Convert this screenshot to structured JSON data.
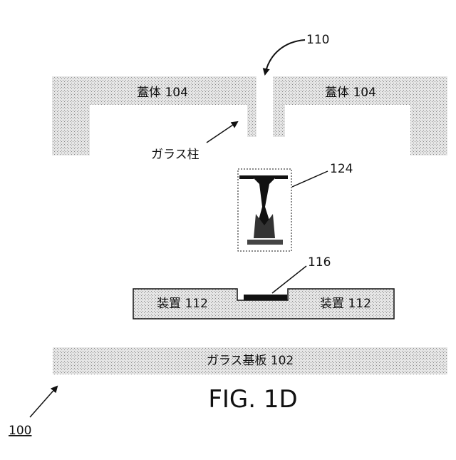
{
  "labels": {
    "lid_left": "蓋体 104",
    "lid_right": "蓋体 104",
    "glass_pillar": "ガラス柱",
    "device_left": "装置 112",
    "device_right": "装置 112",
    "glass_substrate": "ガラス基板 102",
    "ref_110": "110",
    "ref_124": "124",
    "ref_116": "116",
    "ref_100": "100",
    "caption": "FIG. 1D"
  },
  "colors": {
    "hatch_fill": "#d9d9d9",
    "outline": "#111111"
  }
}
